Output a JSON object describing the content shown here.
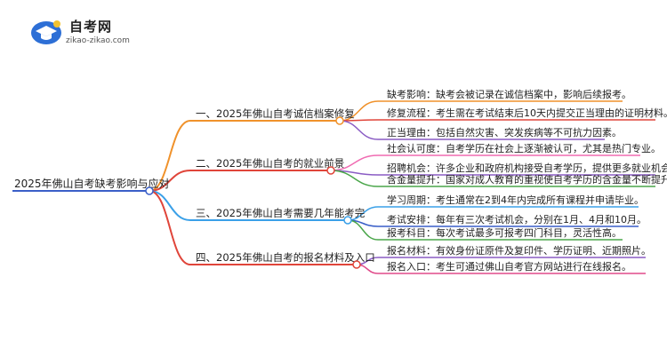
{
  "logo": {
    "name": "自考网",
    "url": "zikao-zikao.com"
  },
  "mindmap": {
    "root": "2025年佛山自考缺考影响与应对",
    "branches": [
      {
        "label": "一、2025年佛山自考诚信档案修复",
        "color": "#f0922b",
        "leaves": [
          {
            "text": "缺考影响：缺考会被记录在诚信档案中，影响后续报考。",
            "color": "#f0922b"
          },
          {
            "text": "修复流程：考生需在考试结束后10天内提交正当理由的证明材料。",
            "color": "#e0453a"
          },
          {
            "text": "正当理由：包括自然灾害、突发疾病等不可抗力因素。",
            "color": "#8a5cc4"
          }
        ]
      },
      {
        "label": "二、2025年佛山自考的就业前景",
        "color": "#e0453a",
        "leaves": [
          {
            "text": "社会认可度：自考学历在社会上逐渐被认可，尤其是热门专业。",
            "color": "#f06bb2"
          },
          {
            "text": "招聘机会：许多企业和政府机构接受自考学历，提供更多就业机会。",
            "color": "#8a5cc4"
          },
          {
            "text": "含金量提升：国家对成人教育的重视使自考学历的含金量不断提升。",
            "color": "#4aa64a"
          }
        ]
      },
      {
        "label": "三、2025年佛山自考需要几年能考完",
        "color": "#3aa0e8",
        "leaves": [
          {
            "text": "学习周期：考生通常在2到4年内完成所有课程并申请毕业。",
            "color": "#3aa0e8"
          },
          {
            "text": "考试安排：每年有三次考试机会，分别在1月、4月和10月。",
            "color": "#3a5fc8"
          },
          {
            "text": "报考科目：每次考试最多可报考四门科目，灵活性高。",
            "color": "#4aa64a"
          }
        ]
      },
      {
        "label": "四、2025年佛山自考的报名材料及入口",
        "color": "#e0453a",
        "leaves": [
          {
            "text": "报名材料：有效身份证原件及复印件、学历证明、近期照片。",
            "color": "#8a5cc4"
          },
          {
            "text": "报名入口：考生可通过佛山自考官方网站进行在线报名。",
            "color": "#e04a8a"
          }
        ]
      }
    ]
  }
}
